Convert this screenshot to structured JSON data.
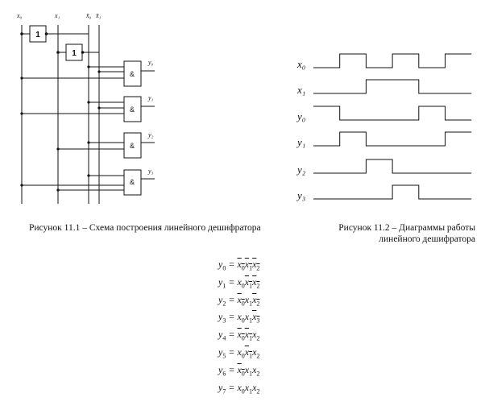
{
  "figure1": {
    "inputs": {
      "x0": "x₀",
      "x1": "x₁",
      "x0_inv": "x̄₀",
      "x1_inv": "x̄₁"
    },
    "not_gate_symbol": "1",
    "and_gate_symbol": "&",
    "outputs": [
      "y₀",
      "y₁",
      "y₂",
      "y₃"
    ],
    "caption": "Рисунок 11.1 – Схема построения линейного дешифратора"
  },
  "figure2": {
    "signals": [
      {
        "label": "x₀",
        "levels": [
          0,
          1,
          0,
          1,
          0,
          1
        ]
      },
      {
        "label": "x₁",
        "levels": [
          0,
          0,
          1,
          1,
          0,
          0
        ]
      },
      {
        "label": "y₀",
        "levels": [
          1,
          0,
          0,
          0,
          1,
          0
        ]
      },
      {
        "label": "y₁",
        "levels": [
          0,
          1,
          0,
          0,
          0,
          1
        ]
      },
      {
        "label": "y₂",
        "levels": [
          0,
          0,
          1,
          0,
          0,
          0
        ]
      },
      {
        "label": "y₃",
        "levels": [
          0,
          0,
          0,
          1,
          0,
          0
        ]
      }
    ],
    "caption_line1": "Рисунок 11.2 – Диаграммы работы",
    "caption_line2": "линейного дешифратора"
  },
  "equations": [
    {
      "out": "0",
      "terms": [
        {
          "v": "0",
          "inv": true
        },
        {
          "v": "1",
          "inv": true
        },
        {
          "v": "2",
          "inv": true
        }
      ]
    },
    {
      "out": "1",
      "terms": [
        {
          "v": "0",
          "inv": false
        },
        {
          "v": "1",
          "inv": true
        },
        {
          "v": "2",
          "inv": true
        }
      ]
    },
    {
      "out": "2",
      "terms": [
        {
          "v": "0",
          "inv": true
        },
        {
          "v": "1",
          "inv": false
        },
        {
          "v": "2",
          "inv": true
        }
      ]
    },
    {
      "out": "3",
      "terms": [
        {
          "v": "0",
          "inv": false
        },
        {
          "v": "1",
          "inv": false
        },
        {
          "v": "3",
          "inv": true
        }
      ]
    },
    {
      "out": "4",
      "terms": [
        {
          "v": "0",
          "inv": true
        },
        {
          "v": "1",
          "inv": true
        },
        {
          "v": "2",
          "inv": false
        }
      ]
    },
    {
      "out": "5",
      "terms": [
        {
          "v": "0",
          "inv": false
        },
        {
          "v": "1",
          "inv": true
        },
        {
          "v": "2",
          "inv": false
        }
      ]
    },
    {
      "out": "6",
      "terms": [
        {
          "v": "0",
          "inv": true
        },
        {
          "v": "1",
          "inv": false
        },
        {
          "v": "2",
          "inv": false
        }
      ]
    },
    {
      "out": "7",
      "terms": [
        {
          "v": "0",
          "inv": false
        },
        {
          "v": "1",
          "inv": false
        },
        {
          "v": "2",
          "inv": false
        }
      ]
    }
  ]
}
